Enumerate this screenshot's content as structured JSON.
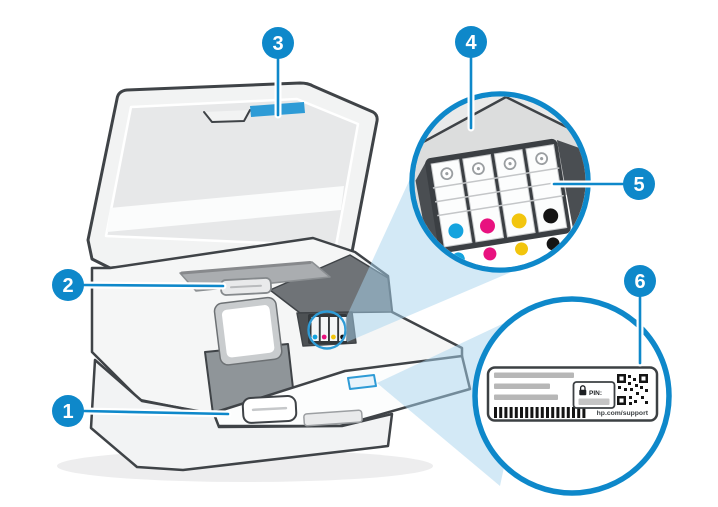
{
  "callouts": [
    {
      "number": "1"
    },
    {
      "number": "2"
    },
    {
      "number": "3"
    },
    {
      "number": "4"
    },
    {
      "number": "5"
    },
    {
      "number": "6"
    }
  ],
  "label": {
    "pin_text": "PIN:",
    "support_url": "hp.com/support"
  },
  "icons": [
    "lock-icon",
    "qr-code-icon",
    "barcode-icon",
    "hp-logo-icon"
  ],
  "colors": {
    "hp_blue": "#0e88ca",
    "highlight_blue": "#2e9bd6",
    "beam_blue": "#a8d4ee",
    "ink_cyan": "#14a3de",
    "ink_magenta": "#e8127f",
    "ink_yellow": "#f2c50d",
    "ink_black": "#141414"
  }
}
